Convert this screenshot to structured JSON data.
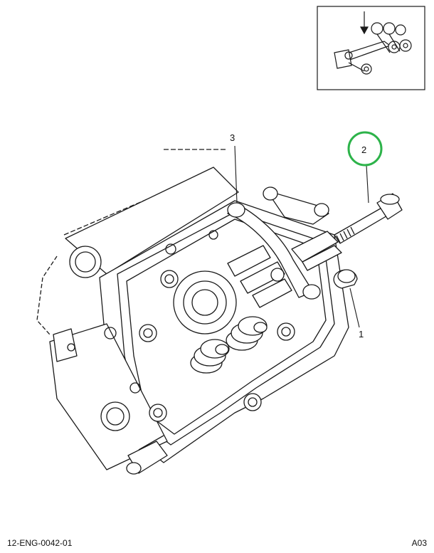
{
  "callouts": {
    "one": "1",
    "two": "2",
    "three": "3"
  },
  "footer": {
    "reference_code": "12-ENG-0042-01",
    "sheet_id": "A03"
  },
  "colors": {
    "line": "#1a1a1a",
    "highlight_circle": "#2db34a"
  }
}
